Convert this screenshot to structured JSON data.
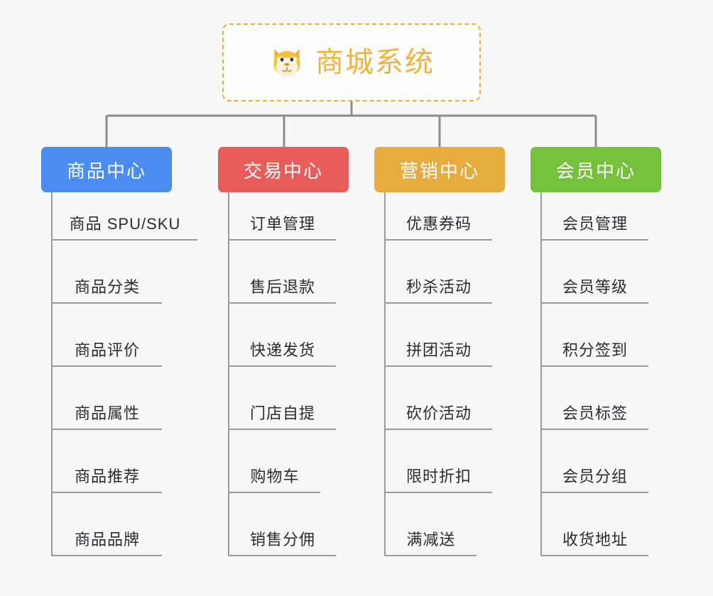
{
  "root": {
    "title": "商城系统",
    "icon": "shiba-dog-icon",
    "border_color": "#f0ab3d",
    "text_color": "#f0b33d"
  },
  "canvas": {
    "background": "#f7f7f7",
    "connector_color": "#8c8c8c",
    "leaf_line_color": "#9a9a9a",
    "leaf_text_color": "#2b2b32"
  },
  "branches": [
    {
      "label": "商品中心",
      "color": "#4a8cf0",
      "items": [
        {
          "label": "商品 SPU/SKU"
        },
        {
          "label": "商品分类"
        },
        {
          "label": "商品评价"
        },
        {
          "label": "商品属性"
        },
        {
          "label": "商品推荐"
        },
        {
          "label": "商品品牌"
        }
      ]
    },
    {
      "label": "交易中心",
      "color": "#e85c59",
      "items": [
        {
          "label": "订单管理"
        },
        {
          "label": "售后退款"
        },
        {
          "label": "快递发货"
        },
        {
          "label": "门店自提"
        },
        {
          "label": "购物车"
        },
        {
          "label": "销售分佣"
        }
      ]
    },
    {
      "label": "营销中心",
      "color": "#e8ac3e",
      "items": [
        {
          "label": "优惠券码"
        },
        {
          "label": "秒杀活动"
        },
        {
          "label": "拼团活动"
        },
        {
          "label": "砍价活动"
        },
        {
          "label": "限时折扣"
        },
        {
          "label": "满减送"
        }
      ]
    },
    {
      "label": "会员中心",
      "color": "#76c13c",
      "items": [
        {
          "label": "会员管理"
        },
        {
          "label": "会员等级"
        },
        {
          "label": "积分签到"
        },
        {
          "label": "会员标签"
        },
        {
          "label": "会员分组"
        },
        {
          "label": "收货地址"
        }
      ]
    }
  ]
}
